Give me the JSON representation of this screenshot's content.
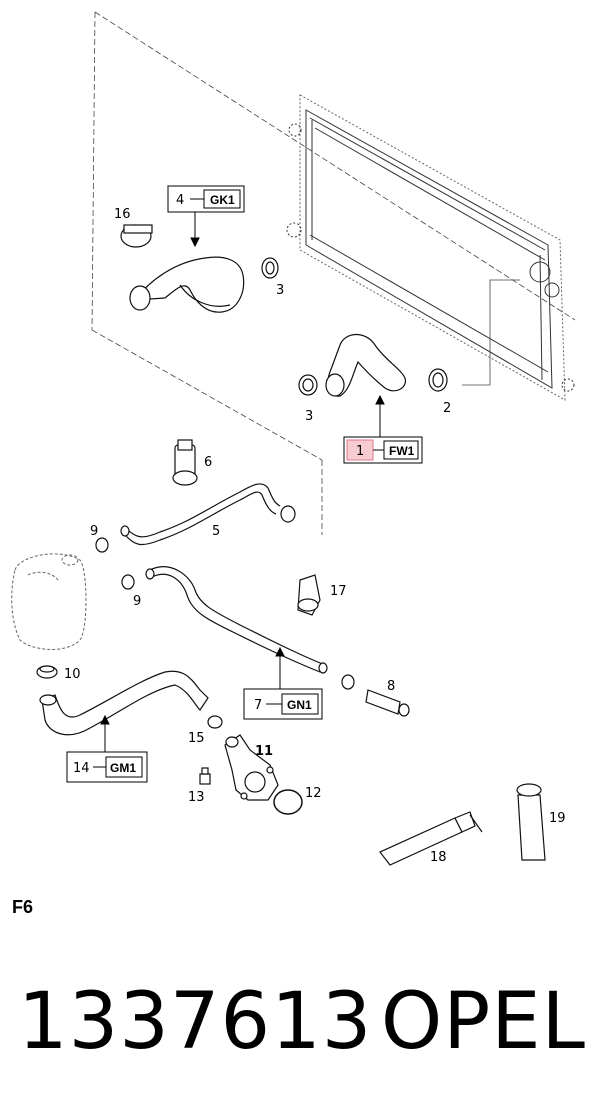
{
  "section_label": "F6",
  "part_number": "1337613",
  "brand": "OPEL",
  "highlight_color": "#f7cbd2",
  "highlight_border": "#e07a8a",
  "boxes": [
    {
      "num": "4",
      "code": "GK1"
    },
    {
      "num": "1",
      "code": "FW1"
    },
    {
      "num": "7",
      "code": "GN1"
    },
    {
      "num": "14",
      "code": "GM1"
    }
  ],
  "callouts": {
    "c2": "2",
    "c3a": "3",
    "c3b": "3",
    "c5": "5",
    "c6": "6",
    "c8": "8",
    "c9a": "9",
    "c9b": "9",
    "c10": "10",
    "c11": "11",
    "c12": "12",
    "c13": "13",
    "c15": "15",
    "c16": "16",
    "c17": "17",
    "c18": "18",
    "c19": "19"
  }
}
